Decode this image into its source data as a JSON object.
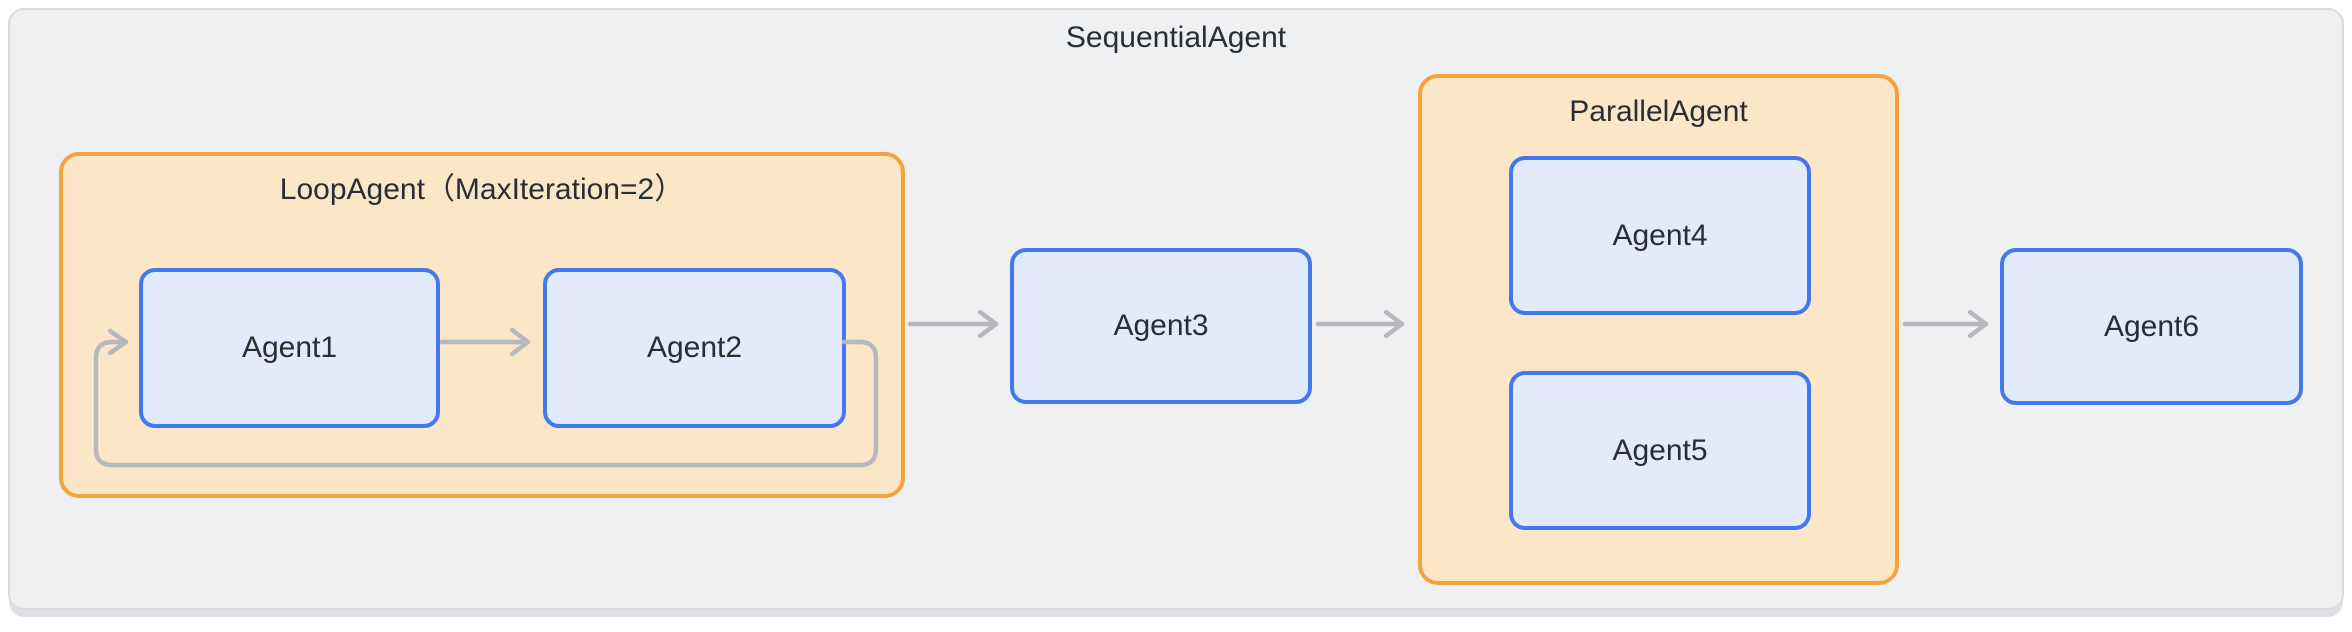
{
  "diagram": {
    "title": "SequentialAgent",
    "groups": {
      "loop": {
        "title": "LoopAgent（MaxIteration=2）",
        "children": [
          "Agent1",
          "Agent2"
        ],
        "max_iteration": "2"
      },
      "parallel": {
        "title": "ParallelAgent",
        "children": [
          "Agent4",
          "Agent5"
        ]
      }
    },
    "nodes": {
      "agent1": {
        "label": "Agent1"
      },
      "agent2": {
        "label": "Agent2"
      },
      "agent3": {
        "label": "Agent3"
      },
      "agent4": {
        "label": "Agent4"
      },
      "agent5": {
        "label": "Agent5"
      },
      "agent6": {
        "label": "Agent6"
      }
    },
    "edges": [
      {
        "from": "agent1",
        "to": "agent2",
        "type": "arrow"
      },
      {
        "from": "agent2",
        "to": "agent1",
        "type": "loop-back"
      },
      {
        "from": "loop-group",
        "to": "agent3",
        "type": "arrow"
      },
      {
        "from": "agent3",
        "to": "parallel-group",
        "type": "arrow"
      },
      {
        "from": "parallel-group",
        "to": "agent6",
        "type": "arrow"
      }
    ],
    "colors": {
      "group_border": "#f2a440",
      "group_fill": "#fbe6c8",
      "node_border": "#4478ee",
      "node_fill": "#e2eafb",
      "arrow": "#b7b8bb",
      "panel_fill": "#eef0f2",
      "panel_border": "#d9dbde",
      "text": "#2a2e34"
    }
  }
}
